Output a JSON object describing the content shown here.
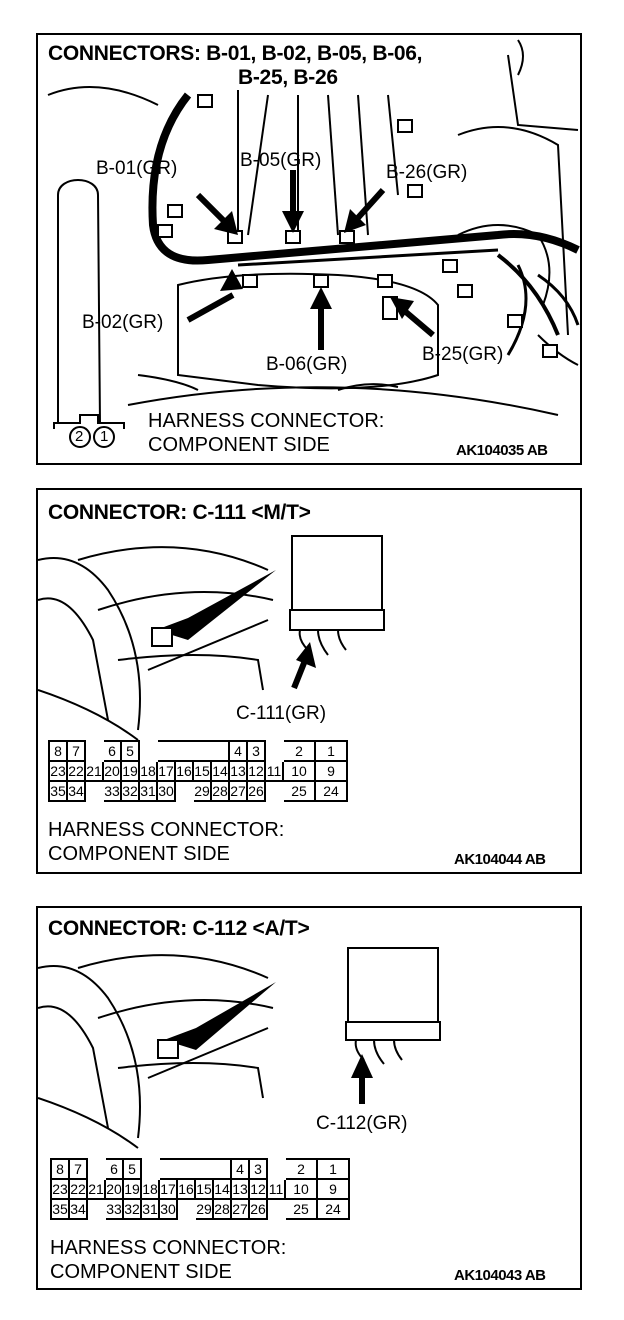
{
  "panel1": {
    "title_line1": "CONNECTORS: B-01, B-02, B-05, B-06,",
    "title_line2": "B-25, B-26",
    "labels": {
      "b01": "B-01(GR)",
      "b05": "B-05(GR)",
      "b26": "B-26(GR)",
      "b02": "B-02(GR)",
      "b06": "B-06(GR)",
      "b25": "B-25(GR)"
    },
    "legend_pin2": "2",
    "legend_pin1": "1",
    "legend_line1": "HARNESS CONNECTOR:",
    "legend_line2": "COMPONENT SIDE",
    "code": "AK104035 AB"
  },
  "panel2": {
    "title": "CONNECTOR: C-111 <M/T>",
    "connector_label": "C-111(GR)",
    "pins": {
      "row1": [
        "8",
        "7",
        "",
        "6",
        "5",
        "",
        "",
        "",
        "",
        "",
        "4",
        "3",
        "",
        "2",
        "1"
      ],
      "row2": [
        "23",
        "22",
        "21",
        "20",
        "19",
        "18",
        "17",
        "16",
        "15",
        "14",
        "13",
        "12",
        "11",
        "10",
        "9"
      ],
      "row3": [
        "35",
        "34",
        "",
        "33",
        "32",
        "31",
        "30",
        "",
        "29",
        "28",
        "27",
        "26",
        "",
        "25",
        "24"
      ]
    },
    "footer_line1": "HARNESS CONNECTOR:",
    "footer_line2": "COMPONENT SIDE",
    "code": "AK104044 AB"
  },
  "panel3": {
    "title": "CONNECTOR: C-112 <A/T>",
    "connector_label": "C-112(GR)",
    "pins": {
      "row1": [
        "8",
        "7",
        "",
        "6",
        "5",
        "",
        "",
        "",
        "",
        "",
        "4",
        "3",
        "",
        "2",
        "1"
      ],
      "row2": [
        "23",
        "22",
        "21",
        "20",
        "19",
        "18",
        "17",
        "16",
        "15",
        "14",
        "13",
        "12",
        "11",
        "10",
        "9"
      ],
      "row3": [
        "35",
        "34",
        "",
        "33",
        "32",
        "31",
        "30",
        "",
        "29",
        "28",
        "27",
        "26",
        "",
        "25",
        "24"
      ]
    },
    "footer_line1": "HARNESS CONNECTOR:",
    "footer_line2": "COMPONENT SIDE",
    "code": "AK104043 AB"
  }
}
